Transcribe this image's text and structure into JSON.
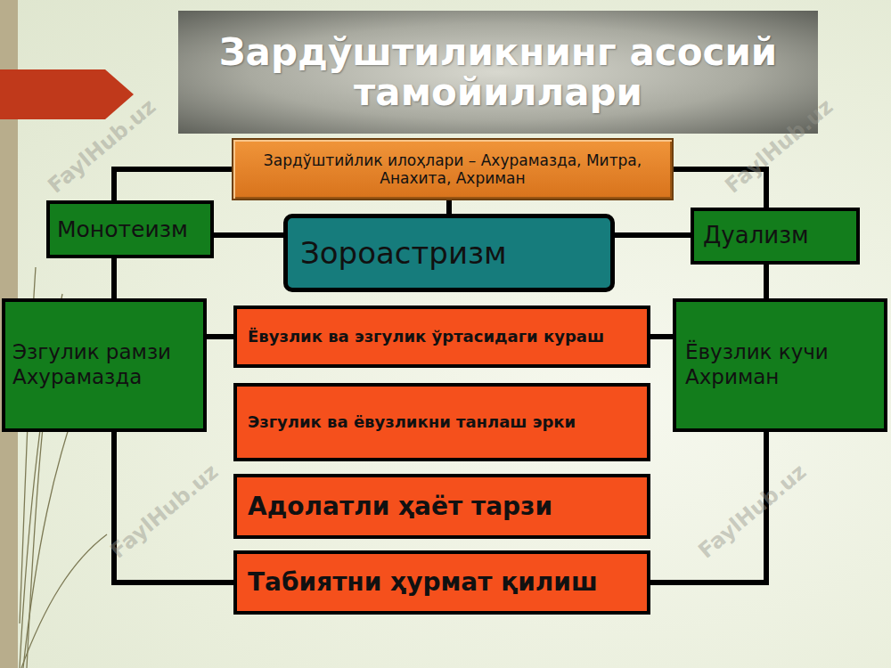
{
  "diagram": {
    "title": "Зардўштиликнинг асосий тамойиллари",
    "nodes": [
      {
        "text": [
          "Зардўштийлик илоҳлари – Ахурамазда, Митра, Анахита, Ахриман"
        ]
      },
      {
        "text": [
          "Монотеизм"
        ]
      },
      {
        "text": [
          "Зороастризм"
        ]
      },
      {
        "text": [
          "Дуализм"
        ]
      },
      {
        "text": [
          "Эзгулик рамзи Ахурамазда"
        ]
      },
      {
        "text": [
          "Ёвузлик ва эзгулик ўртасидаги кураш"
        ]
      },
      {
        "text": [
          "Ёвузлик кучи Ахриман"
        ]
      },
      {
        "text": [
          "Эзгулик ва ёвузликни танлаш эрки"
        ]
      },
      {
        "text": [
          "Адолатли ҳаёт тарзи"
        ]
      },
      {
        "text": [
          "Табиятни ҳурмат қилиш"
        ]
      }
    ],
    "edges": [
      {
        "from": 0,
        "to": 1,
        "arrow": "none"
      },
      {
        "from": 0,
        "to": 2,
        "arrow": "none"
      },
      {
        "from": 0,
        "to": 3,
        "arrow": "none"
      },
      {
        "from": 1,
        "to": 2,
        "arrow": "none"
      },
      {
        "from": 2,
        "to": 3,
        "arrow": "none"
      },
      {
        "from": 1,
        "to": 4,
        "arrow": "none"
      },
      {
        "from": 3,
        "to": 6,
        "arrow": "none"
      },
      {
        "from": 4,
        "to": 5,
        "arrow": "none"
      },
      {
        "from": 6,
        "to": 5,
        "arrow": "none"
      },
      {
        "from": 4,
        "to": 9,
        "arrow": "none"
      },
      {
        "from": 6,
        "to": 9,
        "arrow": "none"
      }
    ],
    "labels": [
      "FaylHub.uz",
      "FaylHub.uz",
      "FaylHub.uz",
      "FaylHub.uz"
    ]
  }
}
